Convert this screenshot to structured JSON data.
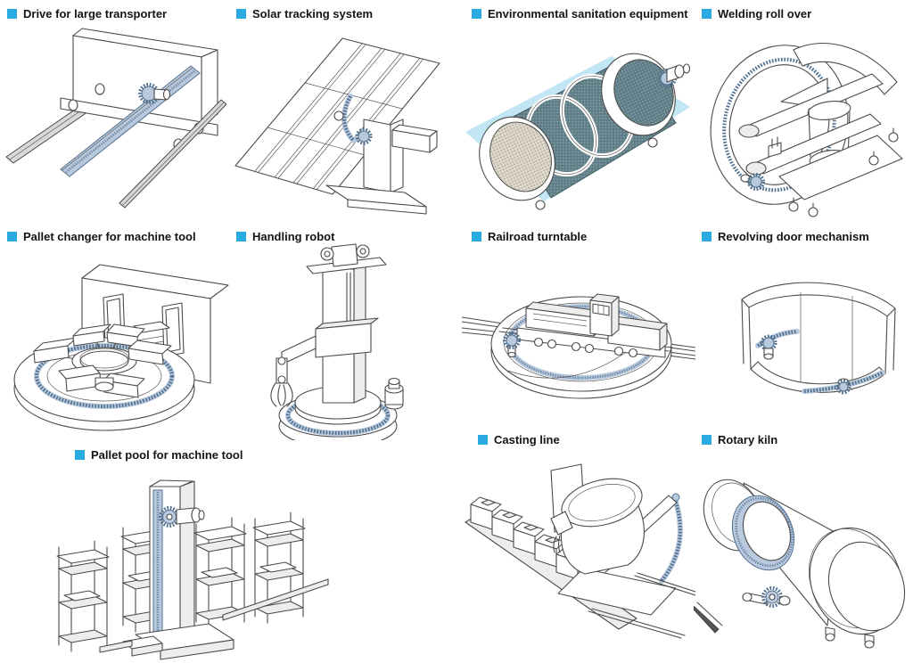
{
  "page": {
    "bullet_color": "#29abe2",
    "line_color": "#4b4b4b",
    "gear_accent_color": "#b9c9dd",
    "gear_teeth_color": "#52718f",
    "water_plane_color": "#c3e6f5",
    "drum_mesh_color": "#5f7d86"
  },
  "applications": [
    {
      "id": "drive-for-large-transporter",
      "label": "Drive for large transporter"
    },
    {
      "id": "solar-tracking-system",
      "label": "Solar tracking system"
    },
    {
      "id": "environmental-sanitation-equipment",
      "label": "Environmental sanitation equipment"
    },
    {
      "id": "welding-roll-over",
      "label": "Welding roll over"
    },
    {
      "id": "pallet-changer-for-machine-tool",
      "label": "Pallet changer for machine tool"
    },
    {
      "id": "handling-robot",
      "label": "Handling robot"
    },
    {
      "id": "railroad-turntable",
      "label": "Railroad turntable"
    },
    {
      "id": "revolving-door-mechanism",
      "label": "Revolving door mechanism"
    },
    {
      "id": "pallet-pool-for-machine-tool",
      "label": "Pallet pool for machine tool"
    },
    {
      "id": "casting-line",
      "label": "Casting line"
    },
    {
      "id": "rotary-kiln",
      "label": "Rotary kiln"
    }
  ]
}
